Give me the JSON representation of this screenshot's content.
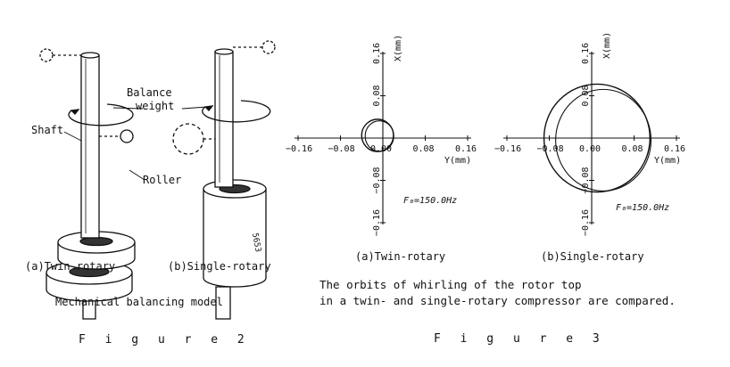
{
  "figure2": {
    "labels": {
      "shaft": "Shaft",
      "balance": "Balance",
      "weight": "weight",
      "roller": "Roller"
    },
    "sub_a": "(a)Twin-rotary",
    "sub_b": "(b)Single-rotary",
    "caption": "Mechanical balancing model",
    "figure_label": "F i g u r e   2"
  },
  "figure3": {
    "x_axis_label": "X(mm)",
    "y_axis_label": "Y(mm)",
    "freq_a": "F₀=150.0Hz",
    "freq_b": "F₀=150.0Hz",
    "tick_labels": [
      "0.16",
      "0.08",
      "0.00",
      "-0.08",
      "-0.16"
    ],
    "sub_a": "(a)Twin-rotary",
    "sub_b": "(b)Single-rotary",
    "caption_line1": "The orbits of whirling of the rotor top",
    "caption_line2": "in a twin- and single-rotary compressor are compared.",
    "figure_label": "F i g u r e   3"
  },
  "chart_data": [
    {
      "type": "scatter",
      "subtitle": "(a)Twin-rotary",
      "xlabel": "Y(mm)",
      "ylabel": "X(mm)",
      "xlim": [
        -0.16,
        0.16
      ],
      "ylim": [
        -0.16,
        0.16
      ],
      "ticks": [
        -0.16,
        -0.08,
        0.0,
        0.08,
        0.16
      ],
      "annotation": "F₀=150.0Hz",
      "orbit": {
        "center_y_mm": -0.01,
        "center_x_mm": 0.005,
        "radius_mm": 0.03
      }
    },
    {
      "type": "scatter",
      "subtitle": "(b)Single-rotary",
      "xlabel": "Y(mm)",
      "ylabel": "X(mm)",
      "xlim": [
        -0.16,
        0.16
      ],
      "ylim": [
        -0.16,
        0.16
      ],
      "ticks": [
        -0.16,
        -0.08,
        0.0,
        0.08,
        0.16
      ],
      "annotation": "F₀=150.0Hz",
      "orbit": {
        "center_y_mm": 0.01,
        "center_x_mm": 0.0,
        "radius_mm": 0.1
      }
    }
  ]
}
